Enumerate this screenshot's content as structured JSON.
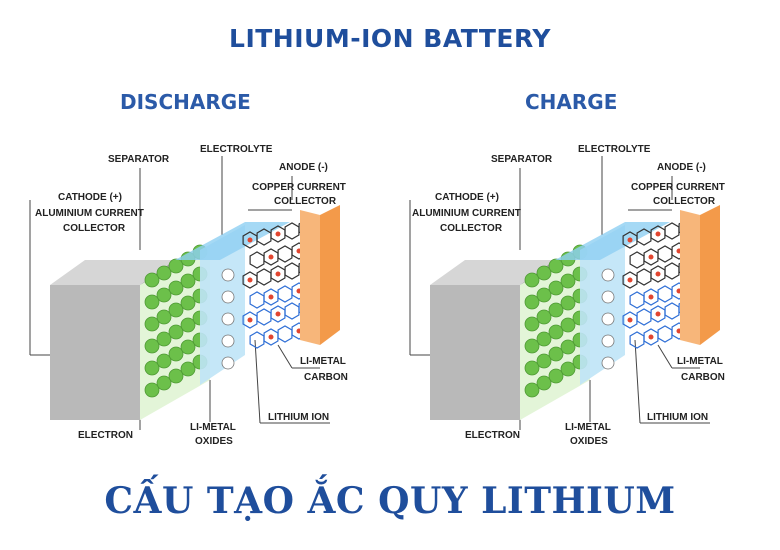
{
  "title": "LITHIUM-ION BATTERY",
  "panels": [
    {
      "mode": "DISCHARGE",
      "labels": {
        "separator": "SEPARATOR",
        "electrolyte": "ELECTROLYTE",
        "anode": "ANODE (-)",
        "copper_line1": "COPPER CURRENT",
        "copper_line2": "COLLECTOR",
        "cathode": "CATHODE (+)",
        "aluminium_line1": "ALUMINIUM CURRENT",
        "aluminium_line2": "COLLECTOR",
        "li_metal_line1": "LI-METAL",
        "carbon": "CARBON",
        "lithium_ion": "LITHIUM ION",
        "li_metal_oxides_line1": "LI-METAL",
        "oxides": "OXIDES",
        "electron": "ELECTRON"
      }
    },
    {
      "mode": "CHARGE",
      "labels": {
        "separator": "SEPARATOR",
        "electrolyte": "ELECTROLYTE",
        "anode": "ANODE (-)",
        "copper_line1": "COPPER CURRENT",
        "copper_line2": "COLLECTOR",
        "cathode": "CATHODE (+)",
        "aluminium_line1": "ALUMINIUM CURRENT",
        "aluminium_line2": "COLLECTOR",
        "li_metal_line1": "LI-METAL",
        "carbon": "CARBON",
        "lithium_ion": "LITHIUM ION",
        "li_metal_oxides_line1": "LI-METAL",
        "oxides": "OXIDES",
        "electron": "ELECTRON"
      }
    }
  ],
  "footer": "CẤU TẠO ẮC QUY LITHIUM",
  "colors": {
    "title_blue": "#1f4e9c",
    "cathode_collector": "#b9b9b9",
    "cathode_green": "#6cc04a",
    "electrolyte_blue": "#bfe4f7",
    "separator_blue": "#8fd0f2",
    "anode_orange": "#f39a4a",
    "ion_red": "#e2452f",
    "carbon_blue": "#2f6fd6"
  }
}
